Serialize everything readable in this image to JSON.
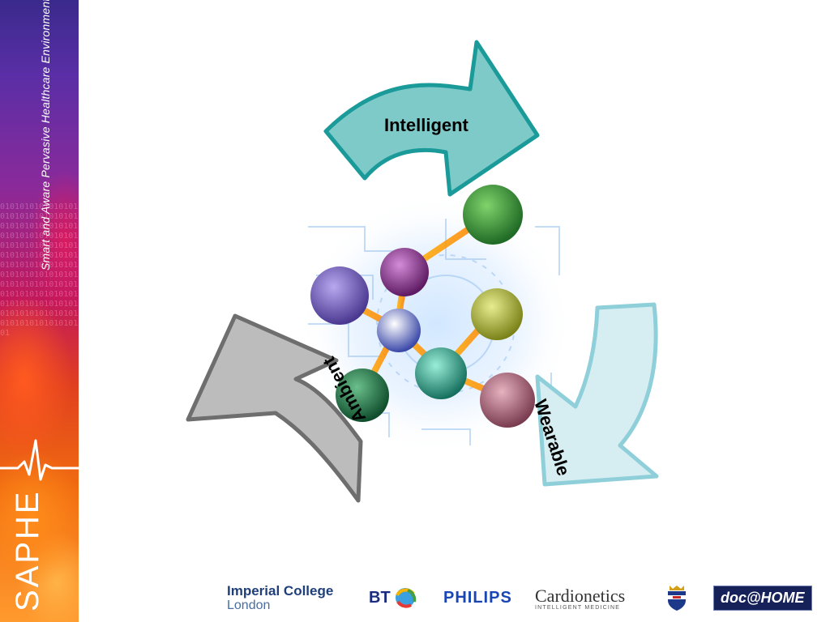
{
  "sidebar": {
    "title": "Smart and Aware Pervasive Healthcare Environment",
    "brand": "SAPHE",
    "binary_text": "010101010101010101010101010101010101010101010101010101010101010101010101010101010101010101010101010101010101010101010101010101010101010101010101010101010101010101010101010101010101010101010101010101010101010101"
  },
  "diagram": {
    "arrows": [
      {
        "label": "Intelligent",
        "color": "#7ecac9",
        "stroke": "#1b9a9a"
      },
      {
        "label": "Wearable",
        "color": "#d6eef2",
        "stroke": "#8fcfda"
      },
      {
        "label": "Ambient",
        "color": "#bcbcbc",
        "stroke": "#6e6e6e"
      }
    ],
    "spheres": [
      {
        "name": "green-top",
        "color": "#2e8b3a"
      },
      {
        "name": "purple-top",
        "color": "#8a2a8f"
      },
      {
        "name": "violet-left",
        "color": "#6e58b8"
      },
      {
        "name": "center",
        "color": "#6a78d0"
      },
      {
        "name": "olive-right",
        "color": "#a8b23a"
      },
      {
        "name": "teal-lower",
        "color": "#2aa088"
      },
      {
        "name": "green-lower",
        "color": "#1f7a4a"
      },
      {
        "name": "mauve-right",
        "color": "#b06a7e"
      }
    ]
  },
  "logos": {
    "imperial_line1": "Imperial College",
    "imperial_line2": "London",
    "bt": "BT",
    "philips": "PHILIPS",
    "cardionetics": "Cardionetics",
    "cardionetics_sub": "INTELLIGENT MEDICINE",
    "doc_home": "doc@HOME"
  }
}
